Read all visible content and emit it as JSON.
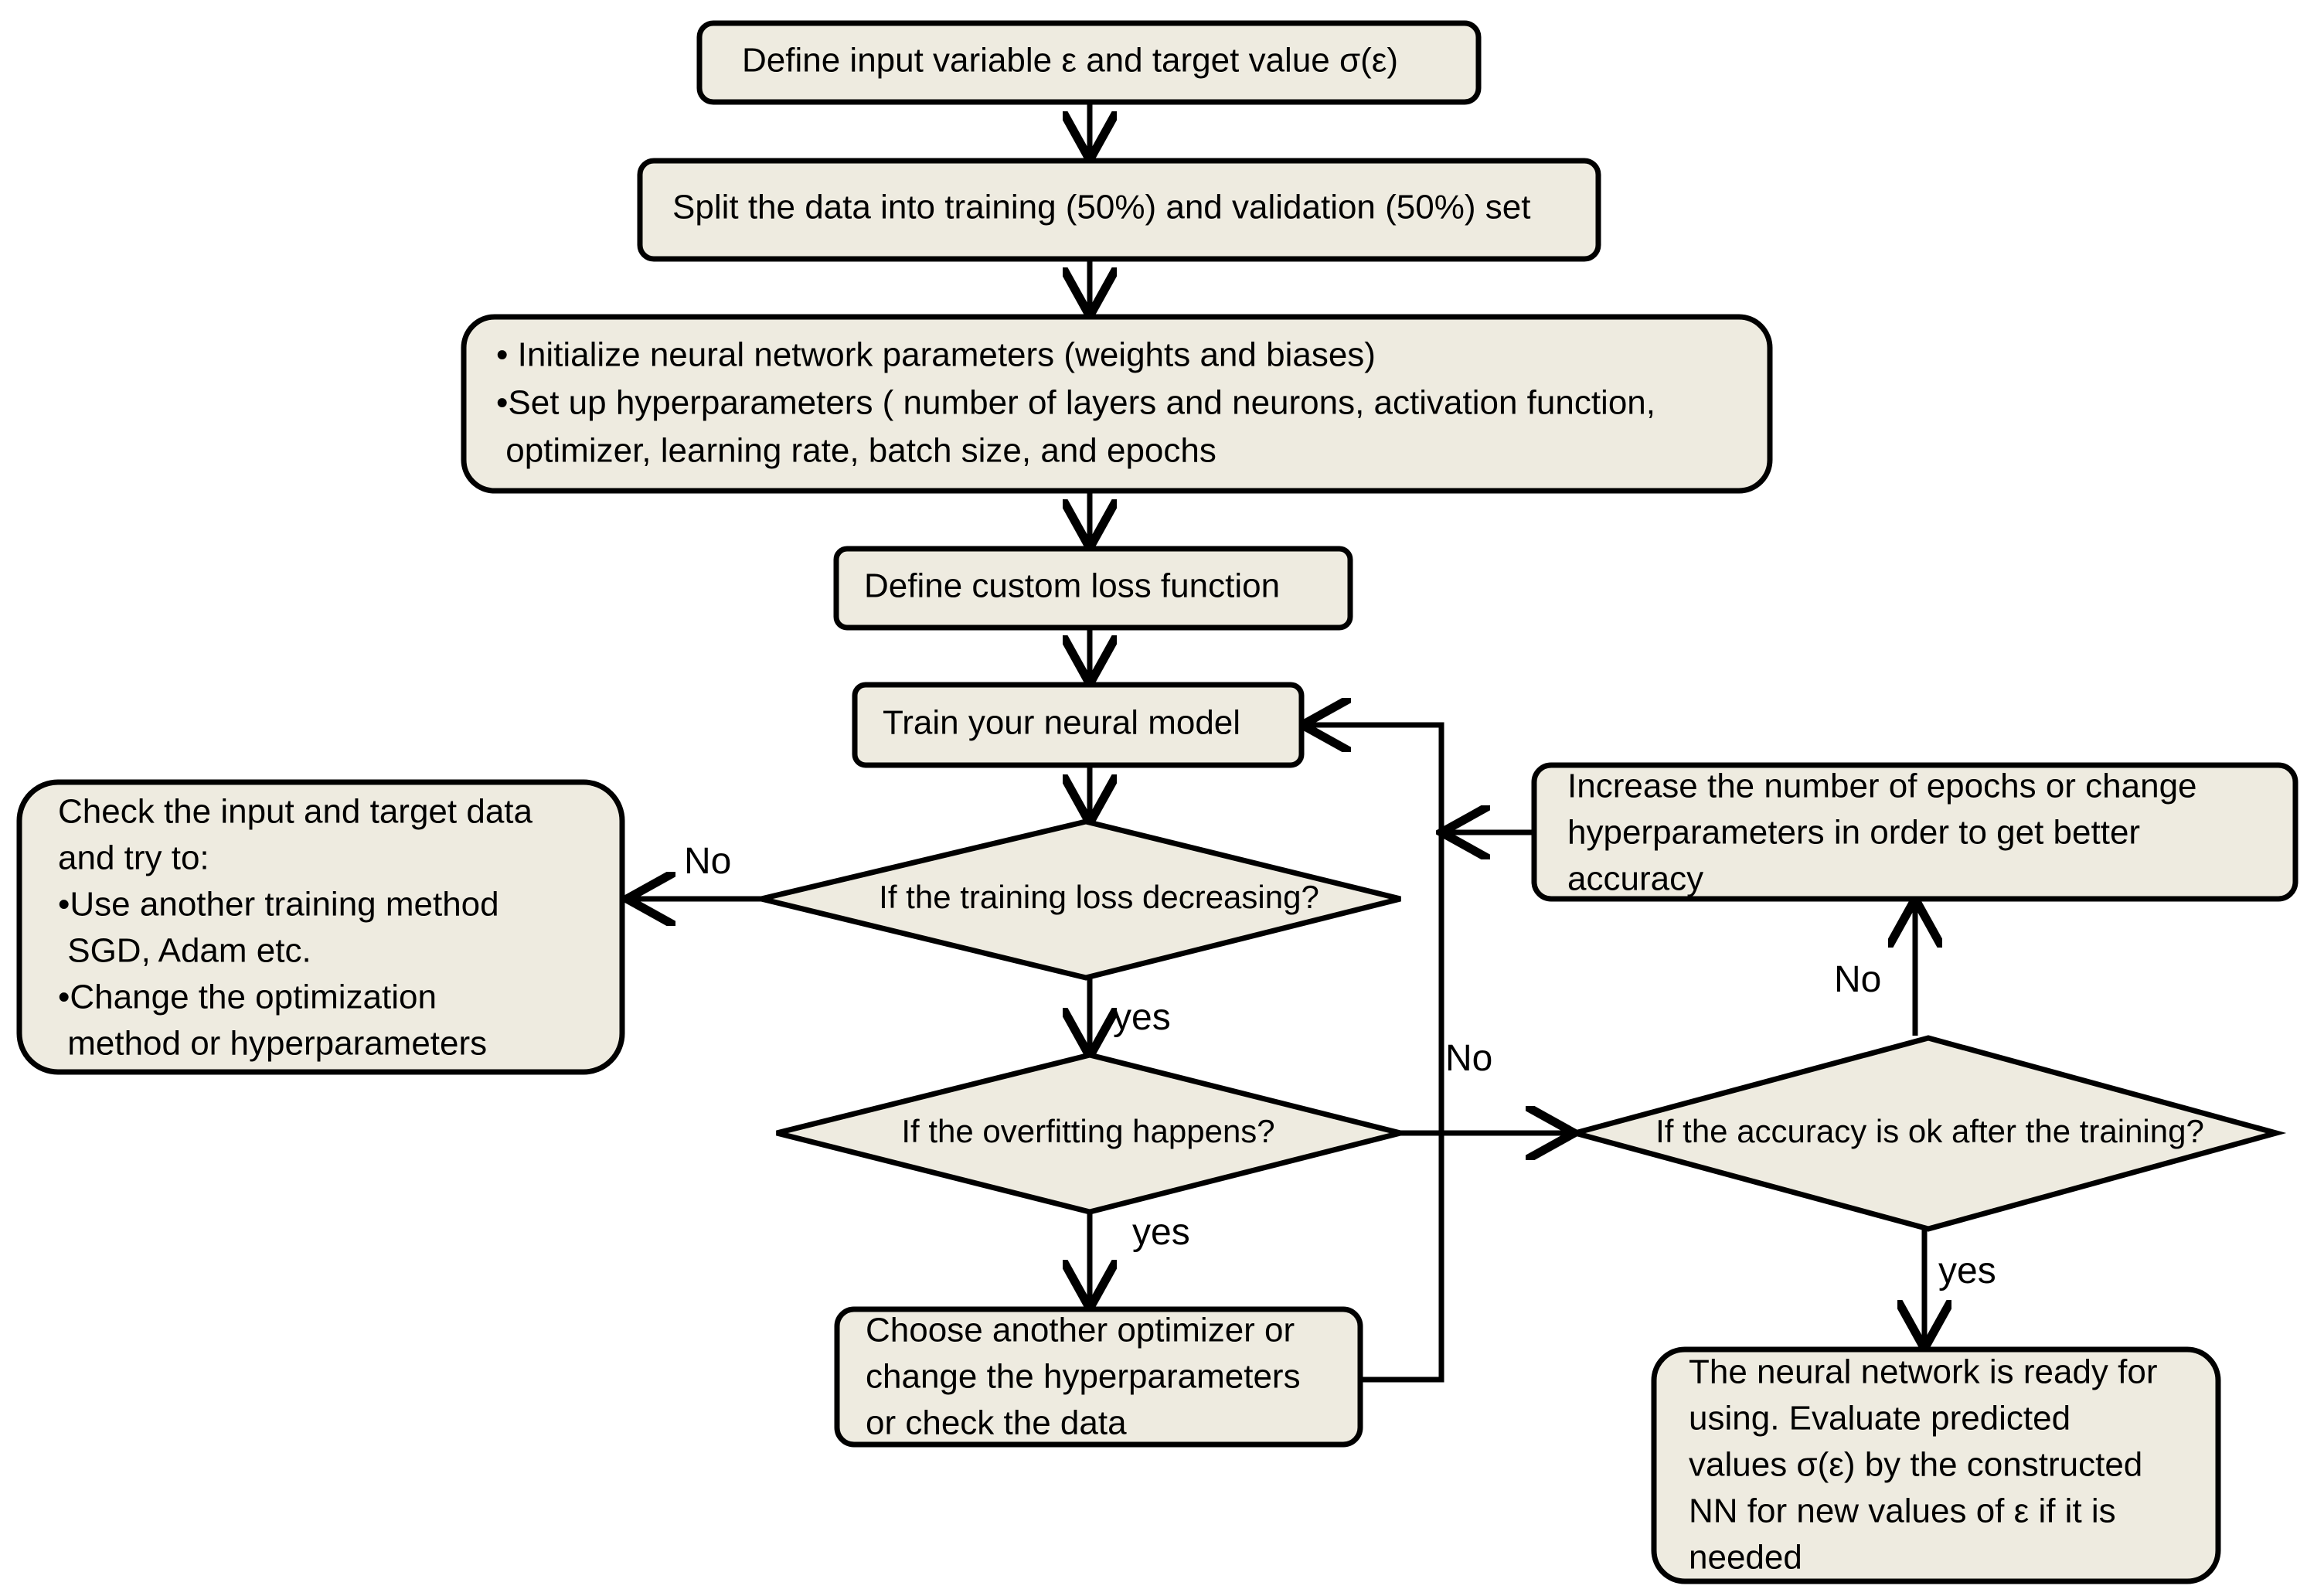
{
  "nodes": {
    "define_input": {
      "lines": [
        "Define input variable ε and target value σ(ε)"
      ]
    },
    "split_data": {
      "lines": [
        "Split the data into training (50%) and validation (50%) set"
      ]
    },
    "init_params": {
      "lines": [
        "• Initialize neural network parameters (weights and biases)",
        "•Set up hyperparameters ( number of layers and neurons, activation function,",
        " optimizer,  learning rate, batch size, and epochs"
      ]
    },
    "define_loss": {
      "lines": [
        "Define custom loss function"
      ]
    },
    "train_model": {
      "lines": [
        "Train your neural model"
      ]
    },
    "check_data": {
      "lines": [
        "Check the input and target data",
        "and try to:",
        "•Use another training method",
        " SGD, Adam etc.",
        "•Change the optimization",
        " method or hyperparameters"
      ]
    },
    "loss_decreasing": {
      "lines": [
        "If the training loss decreasing?"
      ]
    },
    "overfitting": {
      "lines": [
        "If the overfitting happens?"
      ]
    },
    "choose_optimizer": {
      "lines": [
        "Choose another optimizer or",
        "change the hyperparameters",
        "or check the data"
      ]
    },
    "increase_epochs": {
      "lines": [
        "Increase the number of epochs or change",
        "hyperparameters in order to get better",
        "accuracy"
      ]
    },
    "accuracy_ok": {
      "lines": [
        "If the accuracy is ok after the training?"
      ]
    },
    "nn_ready": {
      "lines": [
        "The neural network is ready for",
        "using. Evaluate predicted",
        "values σ(ε)  by the constructed",
        "NN for new values of ε if it is",
        "needed"
      ]
    }
  },
  "edge_labels": {
    "loss_no": "No",
    "loss_yes": "yes",
    "overfit_yes": "yes",
    "overfit_no": "No",
    "accuracy_no": "No",
    "accuracy_yes": "yes"
  },
  "colors": {
    "node_fill": "#eeebe0",
    "stroke": "#000000"
  }
}
